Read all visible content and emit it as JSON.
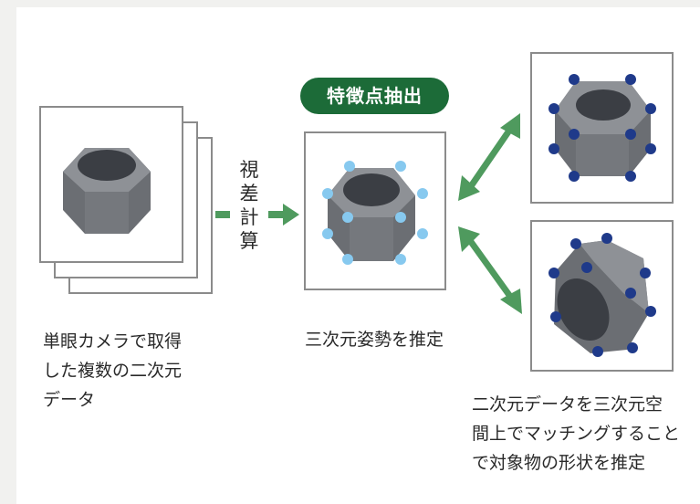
{
  "colors": {
    "badge": "#1c6b38",
    "arrow": "#4f9a5e",
    "nut_top": "#8e9196",
    "nut_side": "#6b6e73",
    "nut_hole": "#3b3e44",
    "point_light": "#87c9ef",
    "point_dark": "#1f3a8a"
  },
  "steps": {
    "input": {
      "caption_lines": [
        "単眼カメラで取得",
        "した複数の二次元",
        "データ"
      ]
    },
    "parallax": {
      "label_chars": [
        "視",
        "差",
        "計",
        "算"
      ]
    },
    "pose": {
      "badge": "特徴点抽出",
      "caption": "三次元姿勢を推定"
    },
    "matching": {
      "caption_lines": [
        "二次元データを三次元空",
        "間上でマッチングすること",
        "で対象物の形状を推定"
      ]
    }
  },
  "icons": {
    "nut": "hex-nut-icon",
    "arrow": "green-arrow-icon",
    "double_arrow": "double-headed-arrow-icon"
  }
}
